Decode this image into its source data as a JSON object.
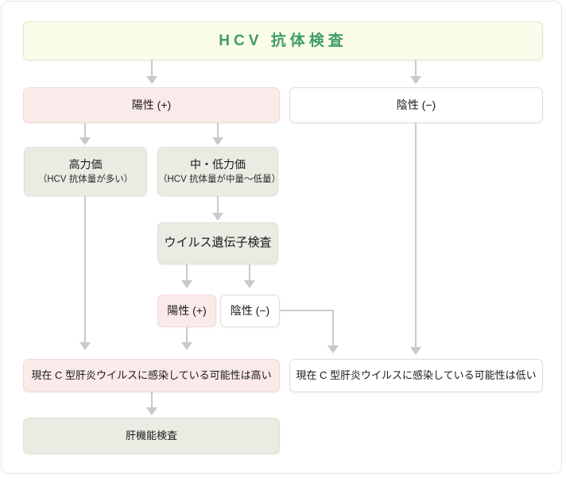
{
  "diagram": {
    "title_node": {
      "label": "HCV 抗体検査"
    },
    "nodes": [
      {
        "id": "antibody-test",
        "label": "HCV 抗体検査"
      },
      {
        "id": "antibody-positive",
        "label": "陽性 (+)"
      },
      {
        "id": "antibody-negative",
        "label": "陰性 (−)"
      },
      {
        "id": "high-titer",
        "label": "高力価",
        "sublabel": "（HCV 抗体量が多い）"
      },
      {
        "id": "mid-low-titer",
        "label": "中・低力価",
        "sublabel": "（HCV 抗体量が中量〜低量）"
      },
      {
        "id": "virus-gene-test",
        "label": "ウイルス遺伝子検査"
      },
      {
        "id": "gene-positive",
        "label": "陽性 (+)"
      },
      {
        "id": "gene-negative",
        "label": "陰性 (−)"
      },
      {
        "id": "result-high-risk",
        "label": "現在 C 型肝炎ウイルスに感染している可能性は高い"
      },
      {
        "id": "result-low-risk",
        "label": "現在 C 型肝炎ウイルスに感染している可能性は低い"
      },
      {
        "id": "liver-function-test",
        "label": "肝機能検査"
      }
    ],
    "colors": {
      "title_text": "#3d9e63",
      "fill_yellow": "#fcfceb",
      "fill_pink": "#fbeaea",
      "fill_green": "#e8ece2",
      "fill_white": "#ffffff",
      "border": "#dddddd",
      "connector": "#c9c9c9"
    }
  }
}
